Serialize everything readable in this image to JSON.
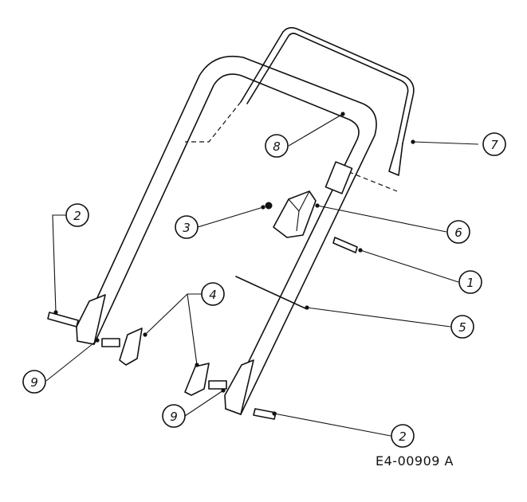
{
  "callouts": {
    "c1": "1",
    "c2a": "2",
    "c2b": "2",
    "c3": "3",
    "c4": "4",
    "c5": "5",
    "c6": "6",
    "c7": "7",
    "c8": "8",
    "c9a": "9",
    "c9b": "9"
  },
  "drawing_code": "E4-00909 A"
}
